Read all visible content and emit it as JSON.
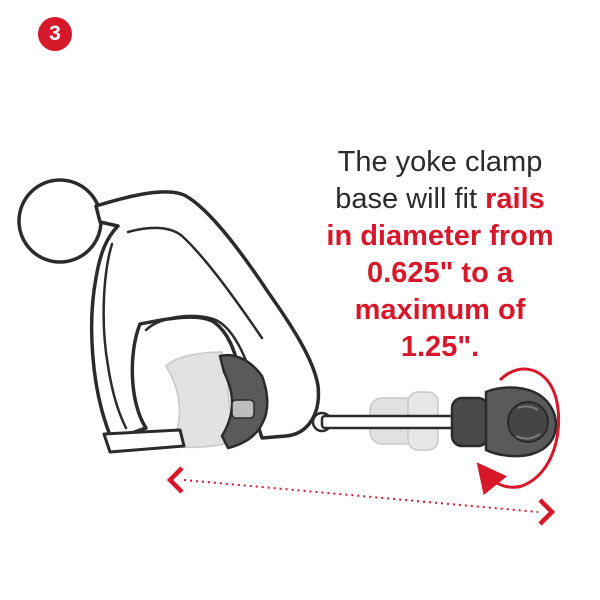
{
  "step": {
    "number": "3"
  },
  "caption": {
    "line1": "The yoke clamp",
    "line2_plain": "base will fit ",
    "line2_highlight": "rails",
    "line3": "in diameter from",
    "line4": "0.625\" to a",
    "line5": "maximum of",
    "line6": "1.25\"."
  },
  "colors": {
    "accent": "#d7182a",
    "text": "#2b2b2b",
    "outline": "#2b2b2b",
    "knob": "#4a4a4a",
    "ghost": "#c9c9c9"
  },
  "icons": {
    "step_badge": "circle-number",
    "rotation": "curved-arrow",
    "range": "double-headed-dotted-arrow"
  }
}
